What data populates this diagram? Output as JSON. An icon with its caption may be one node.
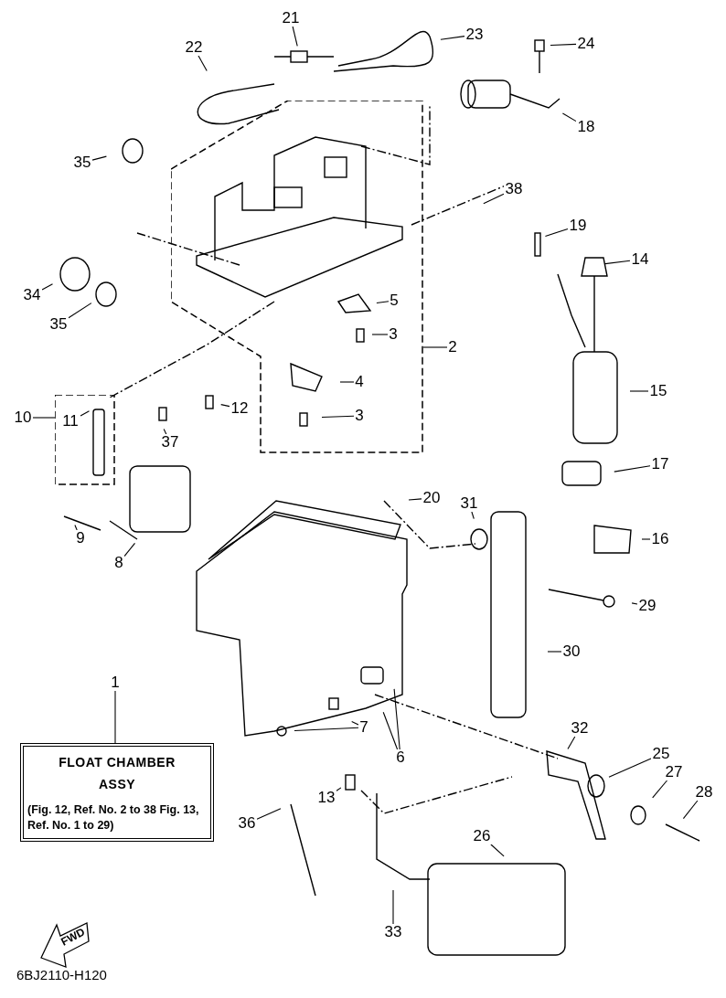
{
  "diagram": {
    "nodes": [
      {
        "text": [
          "21"
        ]
      },
      {
        "text": [
          "22"
        ]
      },
      {
        "text": [
          "23"
        ]
      },
      {
        "text": [
          "24"
        ]
      },
      {
        "text": [
          "35"
        ]
      },
      {
        "text": [
          "18"
        ]
      },
      {
        "text": [
          "38"
        ]
      },
      {
        "text": [],
        "shape": "box"
      },
      {
        "text": [
          "19"
        ]
      },
      {
        "text": [
          "14"
        ]
      },
      {
        "text": [
          "34"
        ]
      },
      {
        "text": [
          "5"
        ],
        "in": 7
      },
      {
        "text": [
          "35"
        ]
      },
      {
        "text": [
          "3"
        ],
        "in": 7
      },
      {
        "text": [
          "2"
        ]
      },
      {
        "text": [
          "4"
        ],
        "in": 7
      },
      {
        "text": [
          "15"
        ]
      },
      {
        "text": [
          "10"
        ]
      },
      {
        "text": [],
        "shape": "box"
      },
      {
        "text": [
          "11"
        ],
        "in": 18
      },
      {
        "text": [
          "12"
        ]
      },
      {
        "text": [
          "3"
        ],
        "in": 7
      },
      {
        "text": [
          "37"
        ]
      },
      {
        "text": [
          "17"
        ]
      },
      {
        "text": [
          "20"
        ]
      },
      {
        "text": [
          "31"
        ]
      },
      {
        "text": [
          "16"
        ]
      },
      {
        "text": [
          "9"
        ]
      },
      {
        "text": [
          "8"
        ]
      },
      {
        "text": [
          "29"
        ]
      },
      {
        "text": [
          "30"
        ]
      },
      {
        "text": [
          "1"
        ]
      },
      {
        "text": [
          "32"
        ]
      },
      {
        "text": [
          "FLOAT CHAMBER ASSY",
          "(Fig. 12, Ref. No. 2 to 38 Fig. 13, Ref. No. 1 to 29)"
        ]
      },
      {
        "text": [
          "7"
        ]
      },
      {
        "text": [
          "6"
        ]
      },
      {
        "text": [
          "25"
        ]
      },
      {
        "text": [
          "27"
        ]
      },
      {
        "text": [
          "13"
        ]
      },
      {
        "text": [
          "28"
        ]
      },
      {
        "text": [
          "36"
        ]
      },
      {
        "text": [
          "26"
        ]
      },
      {
        "text": [
          "33"
        ]
      }
    ],
    "edges": [
      {
        "from": 0,
        "to": null,
        "arrow": "none"
      },
      {
        "from": 1,
        "to": null,
        "arrow": "none"
      },
      {
        "from": 2,
        "to": null,
        "arrow": "none"
      },
      {
        "from": 3,
        "to": null,
        "arrow": "none"
      },
      {
        "from": 4,
        "to": null,
        "arrow": "none"
      },
      {
        "from": 5,
        "to": null,
        "arrow": "none"
      },
      {
        "from": 6,
        "to": null,
        "arrow": "none"
      },
      {
        "from": 8,
        "to": null,
        "arrow": "none"
      },
      {
        "from": 9,
        "to": null,
        "arrow": "none"
      },
      {
        "from": 10,
        "to": null,
        "arrow": "none"
      },
      {
        "from": 11,
        "to": null,
        "arrow": "none"
      },
      {
        "from": 12,
        "to": null,
        "arrow": "none"
      },
      {
        "from": 13,
        "to": null,
        "arrow": "none"
      },
      {
        "from": 14,
        "to": 7,
        "arrow": "none"
      },
      {
        "from": 15,
        "to": null,
        "arrow": "none"
      },
      {
        "from": 16,
        "to": null,
        "arrow": "none"
      },
      {
        "from": 17,
        "to": 18,
        "arrow": "none"
      },
      {
        "from": 19,
        "to": null,
        "arrow": "none"
      },
      {
        "from": 20,
        "to": null,
        "arrow": "none"
      },
      {
        "from": 21,
        "to": null,
        "arrow": "none"
      },
      {
        "from": 22,
        "to": null,
        "arrow": "none"
      },
      {
        "from": 23,
        "to": null,
        "arrow": "none"
      },
      {
        "from": 24,
        "to": null,
        "arrow": "none"
      },
      {
        "from": 25,
        "to": null,
        "arrow": "none"
      },
      {
        "from": 26,
        "to": null,
        "arrow": "none"
      },
      {
        "from": 27,
        "to": null,
        "arrow": "none"
      },
      {
        "from": 28,
        "to": null,
        "arrow": "none"
      },
      {
        "from": 29,
        "to": null,
        "arrow": "none"
      },
      {
        "from": 30,
        "to": null,
        "arrow": "none"
      },
      {
        "from": 31,
        "to": 33,
        "arrow": "none"
      },
      {
        "from": 32,
        "to": null,
        "arrow": "none"
      },
      {
        "from": 34,
        "to": null,
        "arrow": "none"
      },
      {
        "from": 34,
        "to": null,
        "arrow": "none"
      },
      {
        "from": 35,
        "to": null,
        "arrow": "none"
      },
      {
        "from": 35,
        "to": null,
        "arrow": "none"
      },
      {
        "from": 36,
        "to": null,
        "arrow": "none"
      },
      {
        "from": 37,
        "to": null,
        "arrow": "none"
      },
      {
        "from": 38,
        "to": null,
        "arrow": "none"
      },
      {
        "from": 39,
        "to": null,
        "arrow": "none"
      },
      {
        "from": 40,
        "to": null,
        "arrow": "none"
      },
      {
        "from": 41,
        "to": null,
        "arrow": "none"
      },
      {
        "from": 42,
        "to": null,
        "arrow": "none"
      }
    ],
    "labels": [
      "FWD",
      "6BJ2110-H120"
    ]
  }
}
